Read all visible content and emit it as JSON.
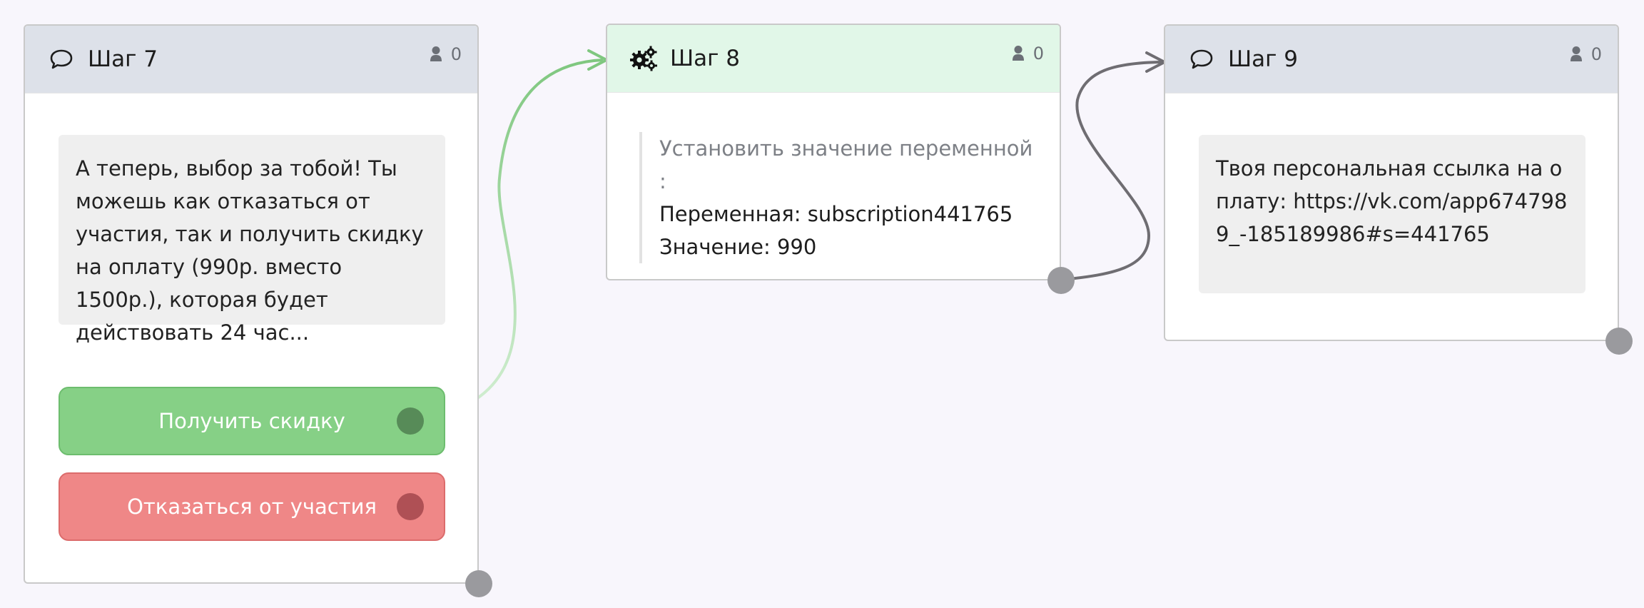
{
  "nodes": [
    {
      "title": "Шаг 7",
      "type": "message",
      "subscribers": "0",
      "message": "А теперь, выбор за тобой! Ты можешь как отказаться от участия, так и получить скидку на оплату (990р. вместо 1500р.), которая будет действовать 24 час...",
      "buttons": [
        {
          "label": "Получить скидку",
          "color": "#86d086"
        },
        {
          "label": "Отказаться от участия",
          "color": "#ef8787"
        }
      ]
    },
    {
      "title": "Шаг 8",
      "type": "action",
      "subscribers": "0",
      "action_heading": "Установить значение переменной :",
      "variable_line": "Переменная: subscription441765",
      "value_line": "Значение: 990"
    },
    {
      "title": "Шаг 9",
      "type": "message",
      "subscribers": "0",
      "message": "Твоя персональная ссылка на оплату: https://vk.com/app6747989_-185189986#s=441765"
    }
  ],
  "colors": {
    "canvas_bg": "#f8f6fc",
    "header_message": "#dde1e9",
    "header_action": "#e1f7e8",
    "link_green": "#86c986",
    "link_gray": "#6f6d72"
  },
  "icons": {
    "message": "speech-bubble-icon",
    "action": "gears-icon",
    "subscribers": "user-icon"
  }
}
